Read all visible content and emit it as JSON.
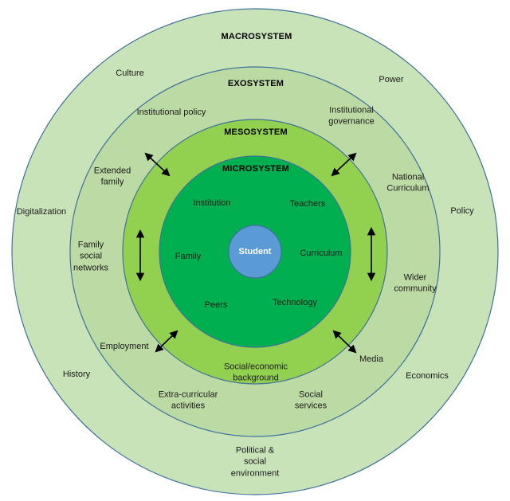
{
  "rings": {
    "macrosystem": {
      "label": "MACROSYSTEM",
      "color": "#c9e3b9"
    },
    "exosystem": {
      "label": "EXOSYSTEM",
      "color": "#bcdaa3"
    },
    "mesosystem": {
      "label": "MESOSYSTEM",
      "color": "#92d050"
    },
    "microsystem": {
      "label": "MICROSYSTEM",
      "color": "#00b050"
    },
    "student": {
      "label": "Student",
      "color": "#5b9bd5"
    }
  },
  "macrosystem_items": {
    "culture": "Culture",
    "power": "Power",
    "digitalization": "Digitalization",
    "policy": "Policy",
    "history": "History",
    "economics": "Economics",
    "political_social_environment": "Political & social environment"
  },
  "exosystem_items": {
    "institutional_policy": "Institutional policy",
    "institutional_governance": "Institutional governance",
    "extended_family": "Extended family",
    "national_curriculum": "National Curriculum",
    "family_social_networks": "Family social networks",
    "wider_community": "Wider community",
    "employment": "Employment",
    "media": "Media",
    "extra_curricular_activities": "Extra-curricular activities",
    "social_services": "Social services"
  },
  "mesosystem_items": {
    "social_economic_background": "Social/economic background"
  },
  "microsystem_items": {
    "institution": "Institution",
    "teachers": "Teachers",
    "family": "Family",
    "curriculum": "Curriculum",
    "peers": "Peers",
    "technology": "Technology"
  },
  "colors": {
    "ring_border": "#41719c",
    "arrow": "#000000",
    "student_text": "#ffffff"
  }
}
